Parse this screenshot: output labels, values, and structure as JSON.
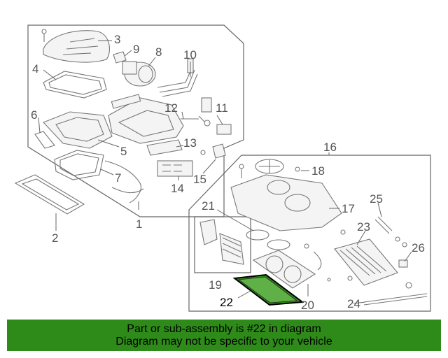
{
  "diagram": {
    "labels": {
      "l1": "1",
      "l2": "2",
      "l3": "3",
      "l4": "4",
      "l5": "5",
      "l6": "6",
      "l7": "7",
      "l8": "8",
      "l9": "9",
      "l10": "10",
      "l11": "11",
      "l12": "12",
      "l13": "13",
      "l14": "14",
      "l15": "15",
      "l16": "16",
      "l17": "17",
      "l18": "18",
      "l19": "19",
      "l20": "20",
      "l21": "21",
      "l22": "22",
      "l23": "23",
      "l24": "24",
      "l25": "25",
      "l26": "26"
    },
    "highlight_color": "#2e8b19"
  },
  "banner": {
    "line1": "Part or sub-assembly is #22 in diagram",
    "line2": "Diagram may not be specific to your vehicle",
    "background": "#2e8b19"
  }
}
